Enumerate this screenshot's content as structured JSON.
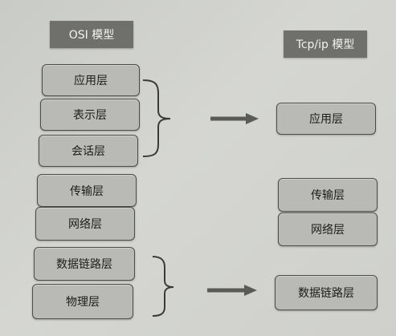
{
  "osi_header": "OSI 模型",
  "tcpip_header": "Tcp/ip 模型",
  "osi_layers": {
    "application": "应用层",
    "presentation": "表示层",
    "session": "会话层",
    "transport": "传输层",
    "network": "网络层",
    "data_link": "数据链路层",
    "physical": "物理层"
  },
  "tcpip_layers": {
    "application": "应用层",
    "transport": "传输层",
    "network": "网络层",
    "data_link": "数据链路层"
  },
  "colors": {
    "header_bg": "#6f706c",
    "box_bg": "#b9bab6",
    "box_border": "#4c4d49",
    "arrow": "#5a5b57"
  }
}
